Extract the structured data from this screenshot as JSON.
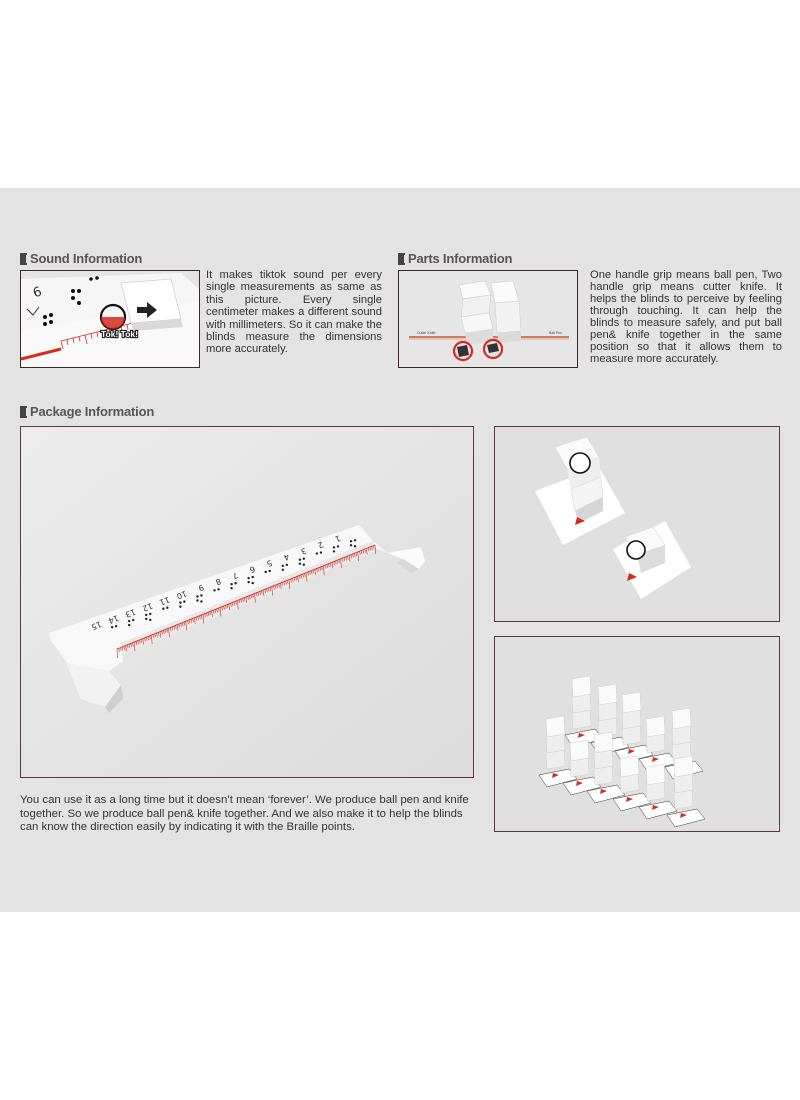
{
  "sections": {
    "sound": {
      "title": "Sound Information",
      "text": "It makes tiktok sound per every single measurements as same as this picture. Every single centimeter makes a different sound with millimeters. So it can make the blinds measure the dimensions more accurately.",
      "image_caption": "Tok! Tok!",
      "ruler_digit": "9"
    },
    "parts": {
      "title": "Parts Information",
      "text": "One handle grip means ball pen, Two handle grip means cutter knife. It helps the blinds to perceive by feeling through touching. It can help the blinds to measure safely, and put ball pen& knife together in the same position so that it allows them to measure more accurately."
    },
    "package": {
      "title": "Package Information",
      "text": "You can use it as a long time but it doesn’t mean ‘forever’. We produce ball pen and knife together. So we produce ball pen& knife together. And we also make it to help the blinds can know the direction easily by indicating it with the Braille points.",
      "ruler_numbers": [
        "15",
        "14",
        "13",
        "12",
        "11",
        "10",
        "9",
        "8",
        "7",
        "6",
        "5",
        "4",
        "3",
        "2",
        "1"
      ]
    }
  },
  "colors": {
    "band": "#e3e3e3",
    "accent_red": "#d42b1e",
    "frame_border": "#5a3a3a",
    "heading_text": "#555555"
  }
}
